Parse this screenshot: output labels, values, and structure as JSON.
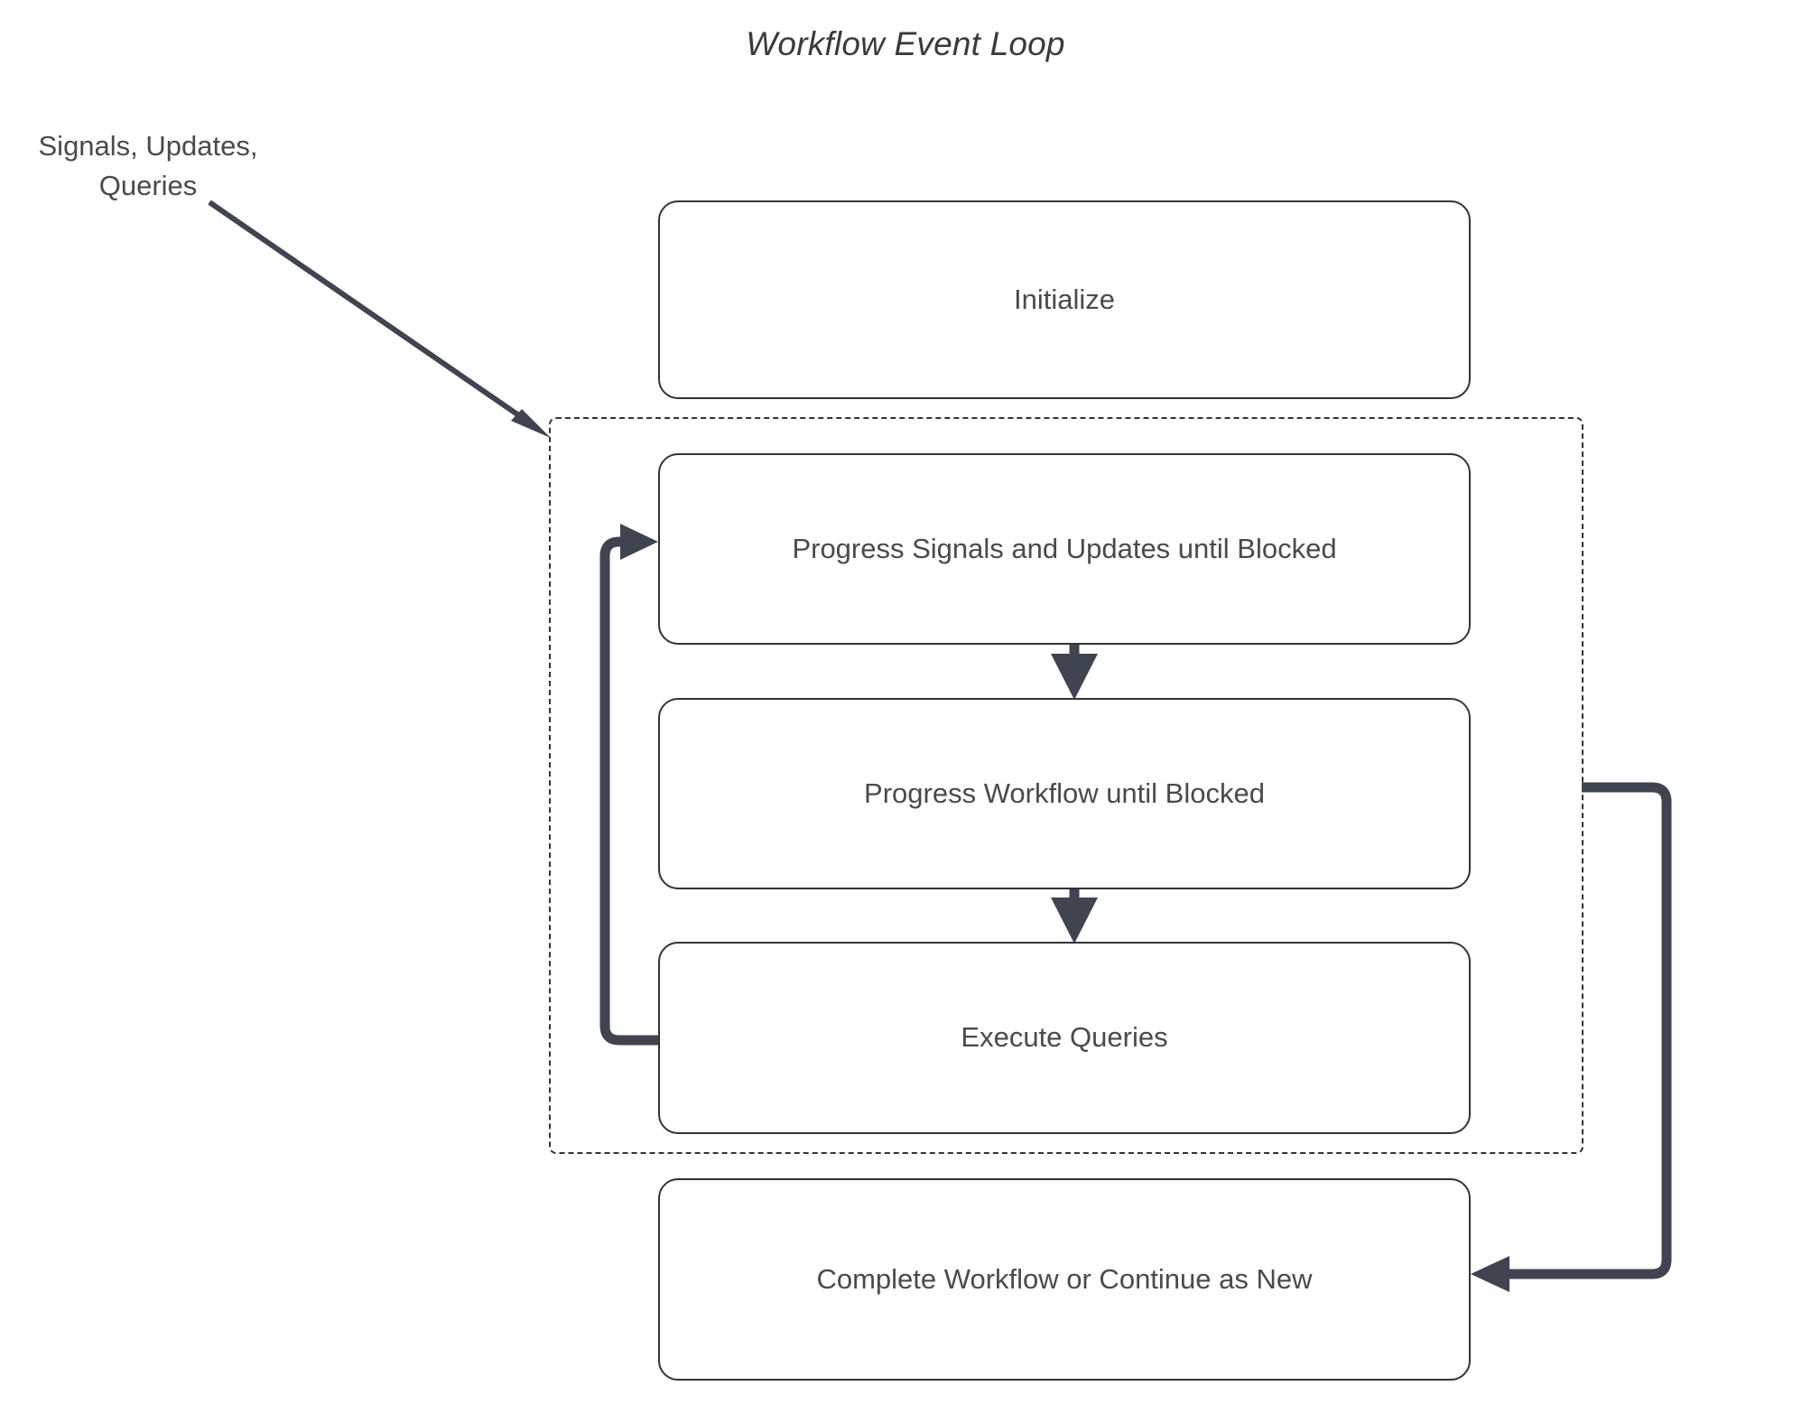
{
  "diagram": {
    "title": "Workflow Event Loop",
    "type": "flowchart",
    "external_input_label": "Signals, Updates,\nQueries",
    "external_input_line1": "Signals, Updates,",
    "external_input_line2": "Queries",
    "colors": {
      "background": "#ffffff",
      "node_border": "#333333",
      "node_fill": "#ffffff",
      "node_text": "#4a4a4a",
      "title_text": "#3a3a3a",
      "edge": "#3f4450",
      "container_border": "#333333"
    },
    "nodes": [
      {
        "id": "initialize",
        "label": "Initialize"
      },
      {
        "id": "progress-su",
        "label": "Progress Signals and Updates until Blocked"
      },
      {
        "id": "progress-wf",
        "label": "Progress Workflow until Blocked"
      },
      {
        "id": "execute-q",
        "label": "Execute Queries"
      },
      {
        "id": "complete",
        "label": "Complete Workflow or Continue as New"
      }
    ],
    "container": {
      "id": "event-loop-group",
      "style": "dashed",
      "contains": [
        "progress-su",
        "progress-wf",
        "execute-q"
      ]
    },
    "edges": [
      {
        "id": "e-input",
        "from": "Signals, Updates, Queries",
        "to": "event-loop-group",
        "style": "thin-diagonal",
        "arrow": true
      },
      {
        "id": "e-su-wf",
        "from": "progress-su",
        "to": "progress-wf",
        "style": "thick-vertical",
        "arrow": true
      },
      {
        "id": "e-wf-eq",
        "from": "progress-wf",
        "to": "execute-q",
        "style": "thick-vertical",
        "arrow": true
      },
      {
        "id": "e-loopback",
        "from": "execute-q",
        "to": "progress-su",
        "style": "thick-orthogonal-left",
        "arrow": true
      },
      {
        "id": "e-exit",
        "from": "event-loop-group",
        "to": "complete",
        "style": "thick-orthogonal-right",
        "arrow": true
      }
    ]
  }
}
